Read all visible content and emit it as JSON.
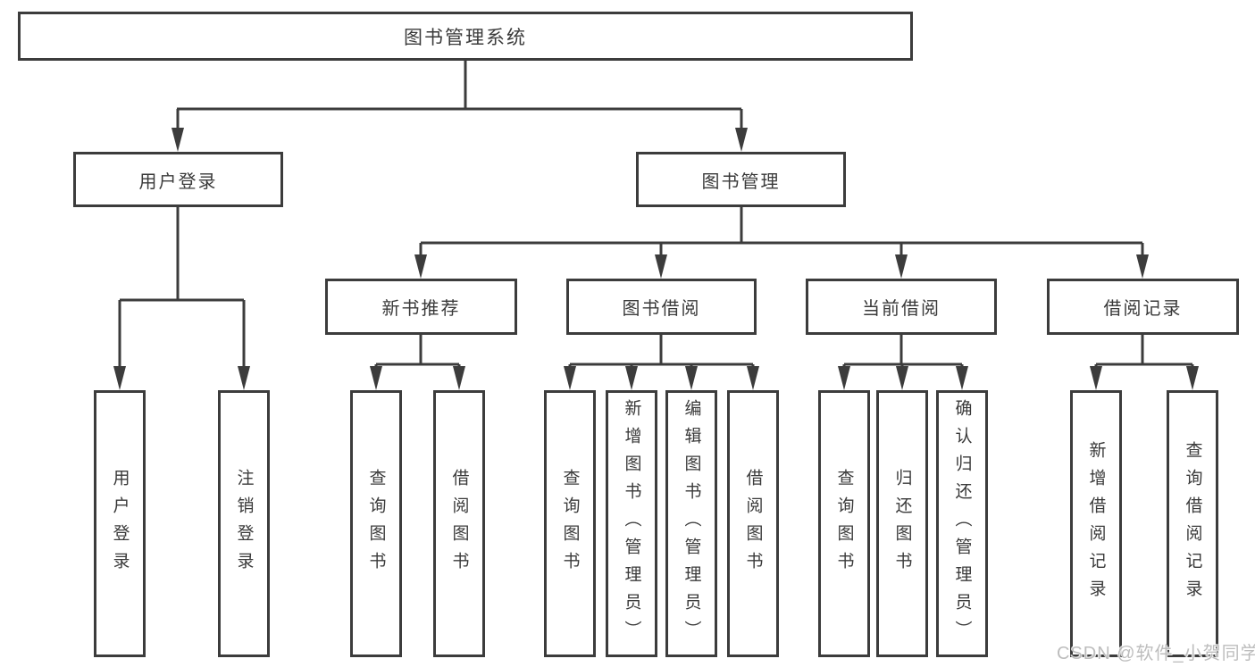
{
  "diagram_type": "hierarchy-tree",
  "colors": {
    "line": "#3c3c3c",
    "box_border": "#3c3c3c",
    "text": "#3a3a3a",
    "watermark": "#bdbdbd",
    "background": "#ffffff"
  },
  "tree": {
    "label": "图书管理系统",
    "children": [
      {
        "label": "用户登录",
        "children": [
          {
            "label": "用户登录"
          },
          {
            "label": "注销登录"
          }
        ]
      },
      {
        "label": "图书管理",
        "children": [
          {
            "label": "新书推荐",
            "children": [
              {
                "label": "查询图书"
              },
              {
                "label": "借阅图书"
              }
            ]
          },
          {
            "label": "图书借阅",
            "children": [
              {
                "label": "查询图书"
              },
              {
                "label": "新增图书（管理员）"
              },
              {
                "label": "编辑图书（管理员）"
              },
              {
                "label": "借阅图书"
              }
            ]
          },
          {
            "label": "当前借阅",
            "children": [
              {
                "label": "查询图书"
              },
              {
                "label": "归还图书"
              },
              {
                "label": "确认归还（管理员）"
              }
            ]
          },
          {
            "label": "借阅记录",
            "children": [
              {
                "label": "新增借阅记录"
              },
              {
                "label": "查询借阅记录"
              }
            ]
          }
        ]
      }
    ]
  },
  "watermark": "CSDN @软件_小贺同学"
}
